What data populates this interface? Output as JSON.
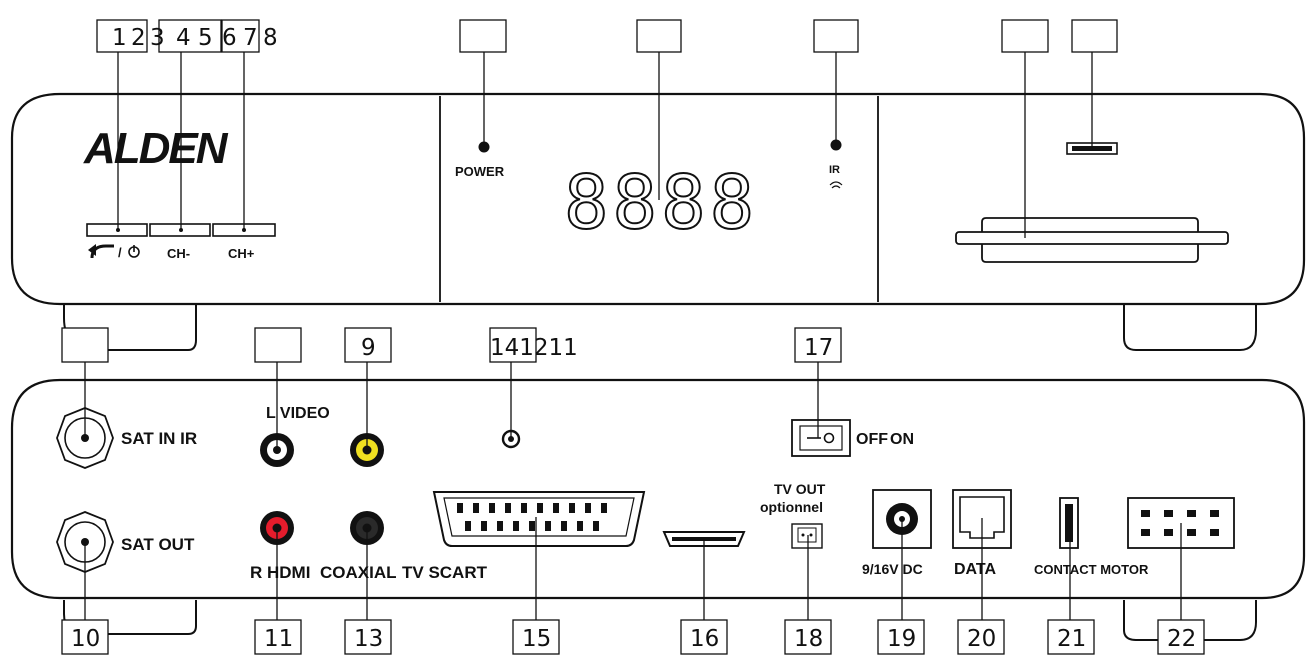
{
  "front": {
    "brand": "ALDEN",
    "display_digits": "8888",
    "power_label": "POWER",
    "ir_label": "IR",
    "standby_label": "/",
    "ch_minus_label": "CH-",
    "ch_plus_label": "CH+",
    "callouts": {
      "c1": "1",
      "c2": "2",
      "c3": "3",
      "c4": "4",
      "c5": "5",
      "c6": "6",
      "c7": "7",
      "c8": "8"
    }
  },
  "rear": {
    "sat_in": "SAT IN IR",
    "sat_out": "SAT OUT",
    "l_video": "L VIDEO",
    "r_hdmi": "R HDMI",
    "coaxial": "COAXIAL",
    "tv_scart": "TV SCART",
    "tv_out": "TV OUT",
    "optionnel": "optionnel",
    "dc": "9/16V DC",
    "data": "DATA",
    "contact_motor": "CONTACT MOTOR",
    "off": "OFF",
    "on": "ON",
    "callouts": {
      "c9": "9",
      "c10": "10",
      "c11": "11",
      "c12": "12",
      "c13": "13",
      "c14": "14",
      "c15": "15",
      "c16": "16",
      "c17": "17",
      "c18": "18",
      "c19": "19",
      "c20": "20",
      "c21": "21",
      "c22": "22",
      "top_row": "141211"
    }
  }
}
